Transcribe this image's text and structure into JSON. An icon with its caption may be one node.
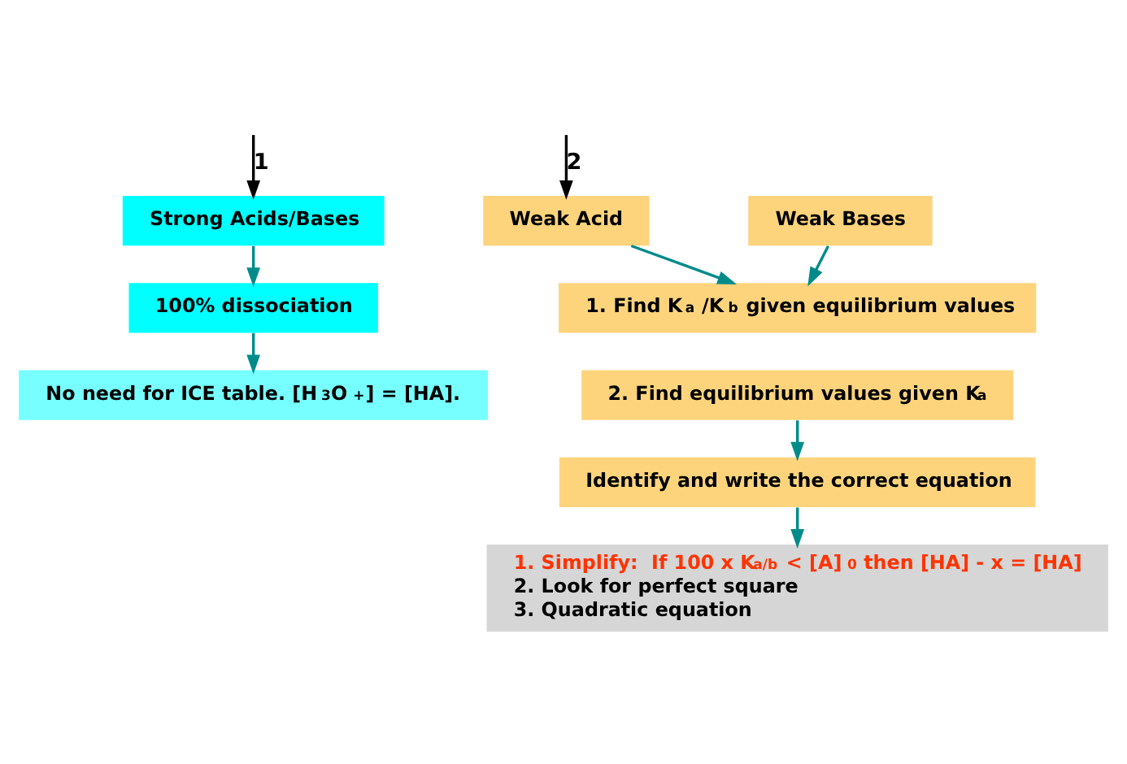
{
  "diagram": {
    "nodes": [
      {
        "text": [
          "Strong Acids/Bases"
        ]
      },
      {
        "text": [
          "Weak Acid"
        ]
      },
      {
        "text": [
          "Weak Bases"
        ]
      },
      {
        "text": [
          "100% dissociation"
        ]
      },
      {
        "text": [
          "1. Find K$_{a}$ /K$_{b}$ given equilibrium values"
        ]
      },
      {
        "text": [
          "2. Find equilibrium values given K$_{a}$"
        ]
      },
      {
        "text": [
          "No need for ICE table. [H$_{3}$O$^{+}$] = [HA]."
        ]
      },
      {
        "text": [
          "Identify and write the correct equation"
        ]
      },
      {
        "text": [
          "1. Simplify:  If 100 x K$_{a/b}$ < [A]$_{0}$ then [HA] - x = [HA]",
          "2. Look for perfect square",
          "3. Quadratic equation"
        ]
      }
    ],
    "edges": [
      {
        "from": null,
        "to": 0,
        "arrow": "to",
        "label": "1",
        "color": "#000000"
      },
      {
        "from": null,
        "to": 1,
        "arrow": "to",
        "label": "2",
        "color": "#000000"
      },
      {
        "from": 0,
        "to": 3,
        "arrow": "to"
      },
      {
        "from": 3,
        "to": 6,
        "arrow": "to"
      },
      {
        "from": 1,
        "to": 4,
        "arrow": "to"
      },
      {
        "from": 2,
        "to": 4,
        "arrow": "to"
      },
      {
        "from": 5,
        "to": 7,
        "arrow": "to"
      },
      {
        "from": 7,
        "to": 8,
        "arrow": "to"
      }
    ]
  }
}
